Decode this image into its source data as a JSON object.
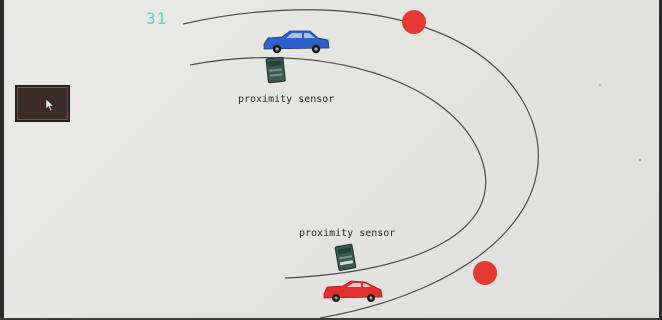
{
  "counter": "31",
  "sensors": [
    {
      "label": "proximity sensor"
    },
    {
      "label": "proximity sensor"
    }
  ],
  "colors": {
    "track": "#4a4a4a",
    "counter": "#62d0c8",
    "blue_car": "#2f5fc8",
    "red_car": "#e03030",
    "marker": "#e53935",
    "sensor": "#3d5a52",
    "button": "#3b2a26"
  },
  "icons": [
    "pointer-icon",
    "blue-car-icon",
    "red-car-icon",
    "proximity-sensor-icon",
    "red-marker-icon"
  ]
}
